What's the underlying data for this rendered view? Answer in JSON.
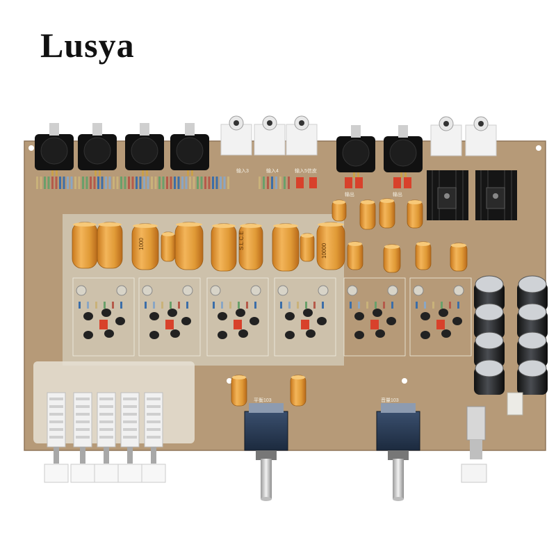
{
  "brand": {
    "logo_text": "Lusya"
  },
  "board": {
    "color": "#b69a78",
    "overlay_color": "#cfc7b5",
    "silkscreen_labels": [
      "输入3",
      "输入4",
      "输入5信皮",
      "输出",
      "输出",
      "平衡103",
      "音量103"
    ]
  },
  "components": {
    "capacitor_color": "#e7a23e",
    "capacitor_marks": [
      "S.L.C.E",
      "1000",
      "10000"
    ]
  }
}
